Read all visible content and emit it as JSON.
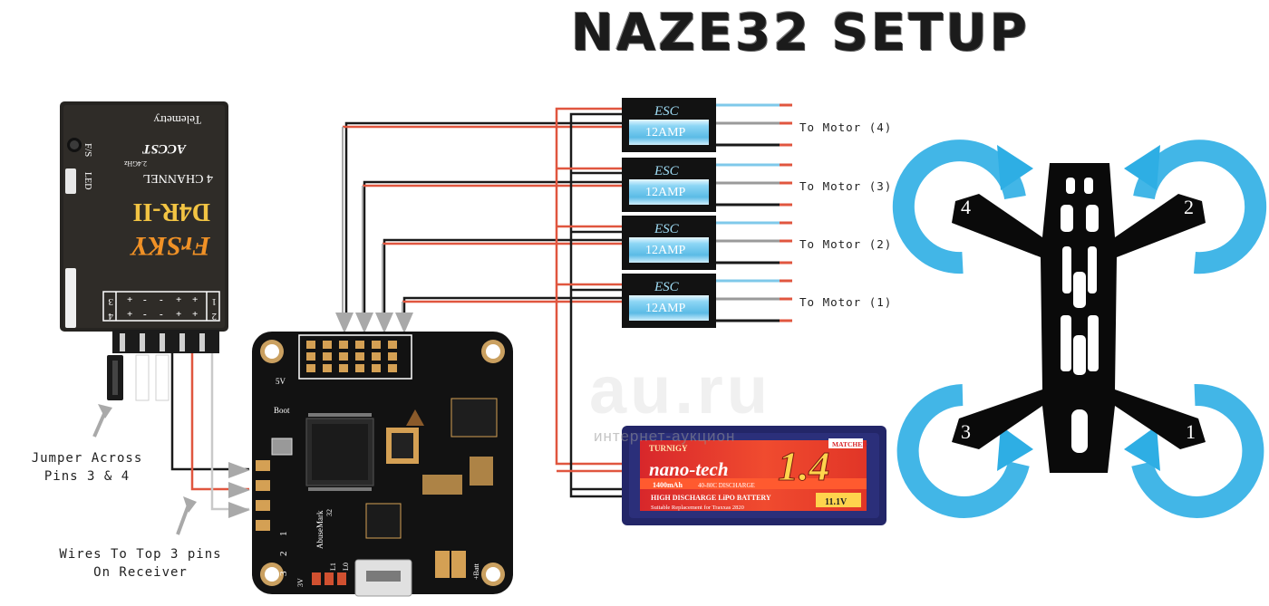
{
  "title": "NAZE32 SETUP",
  "receiver": {
    "brand": "FrSKY",
    "model": "D4R-II",
    "channels": "4 CHANNEL",
    "band": "2.4GHz",
    "protocol": "ACCST",
    "telemetry": "Telemetry",
    "fs_label": "F/S",
    "led_label": "LED",
    "pin_row_numbers": [
      "1",
      "2",
      "3",
      "4"
    ]
  },
  "flight_controller": {
    "brand": "AbuseMark",
    "boot_label": "Boot",
    "label_5v": "5V",
    "pin_numbers": [
      "1",
      "2",
      "3"
    ],
    "label_3v": "3V",
    "label_l1": "L1",
    "label_l0": "L0",
    "label_batt": "+Batt",
    "label_32": "32"
  },
  "escs": [
    {
      "top": "ESC",
      "rating": "12AMP",
      "motor_label": "To Motor (4)"
    },
    {
      "top": "ESC",
      "rating": "12AMP",
      "motor_label": "To Motor (3)"
    },
    {
      "top": "ESC",
      "rating": "12AMP",
      "motor_label": "To Motor (2)"
    },
    {
      "top": "ESC",
      "rating": "12AMP",
      "motor_label": "To Motor (1)"
    }
  ],
  "battery": {
    "brand": "TURNIGY",
    "series": "nano-tech",
    "capacity_big": "1.4",
    "capacity": "1400mAh",
    "discharge": "40-80C DISCHARGE",
    "type": "HIGH DISCHARGE LiPO BATTERY",
    "note": "Suitable Replacement for Traxxas 2820",
    "voltage": "11.1V",
    "badge": "MATCHED"
  },
  "frame": {
    "motor_numbers": [
      "4",
      "2",
      "3",
      "1"
    ]
  },
  "captions": {
    "jumper_line1": "Jumper Across",
    "jumper_line2": "Pins 3 & 4",
    "wires_line1": "Wires To Top 3 pins",
    "wires_line2": "On Receiver"
  },
  "watermark": {
    "domain": "au.ru",
    "text": "интернет-аукцион"
  },
  "colors": {
    "red_wire": "#e0563f",
    "black_wire": "#1a1a1a",
    "grey_wire": "#9a9a9a",
    "esc_blue": "#7fd0ef",
    "rotation_arrow": "#29a9e1",
    "battery_red": "#d8272b",
    "battery_blue": "#2b2f7a",
    "pcb_black": "#121212",
    "pad_gold": "#d4a054"
  }
}
